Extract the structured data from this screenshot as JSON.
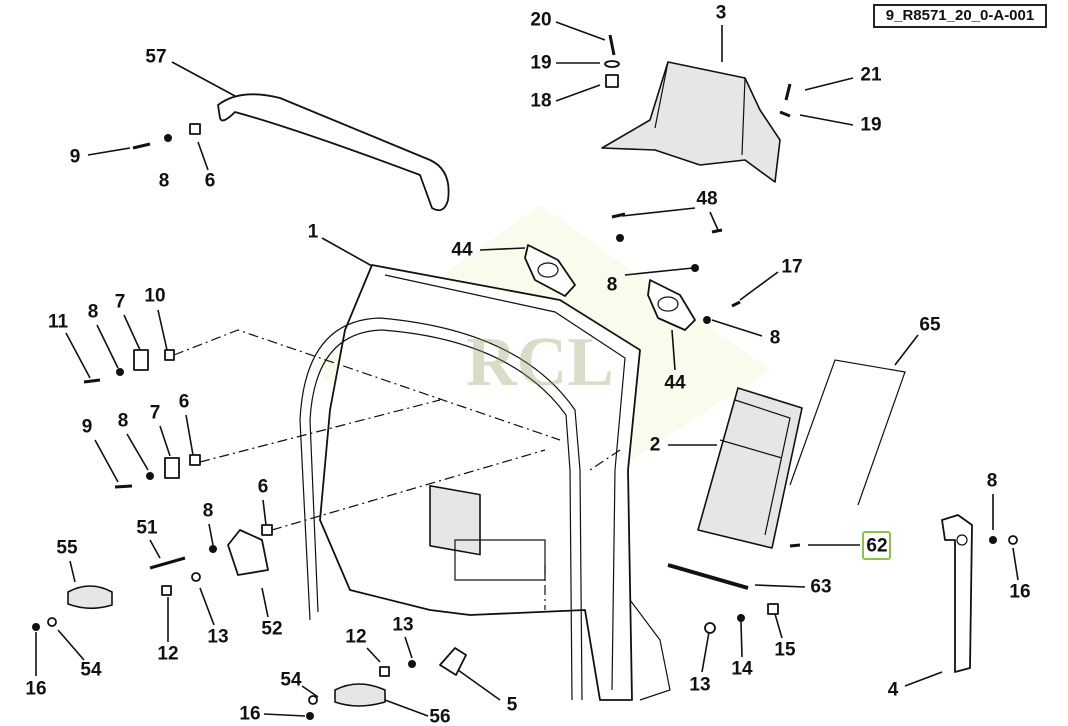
{
  "diagram": {
    "reference_code": "9_R8571_20_0-A-001",
    "watermark": "RCL",
    "highlight_color": "#8bc34a",
    "highlighted_callout": "62",
    "callouts": [
      "20",
      "19",
      "18",
      "3",
      "21",
      "19",
      "57",
      "9",
      "8",
      "6",
      "48",
      "44",
      "1",
      "8",
      "17",
      "8",
      "65",
      "44",
      "11",
      "8",
      "7",
      "10",
      "2",
      "9",
      "8",
      "7",
      "6",
      "6",
      "8",
      "51",
      "55",
      "8",
      "62",
      "16",
      "63",
      "12",
      "13",
      "52",
      "54",
      "16",
      "12",
      "13",
      "15",
      "13",
      "14",
      "5",
      "4",
      "54",
      "16",
      "56"
    ]
  }
}
